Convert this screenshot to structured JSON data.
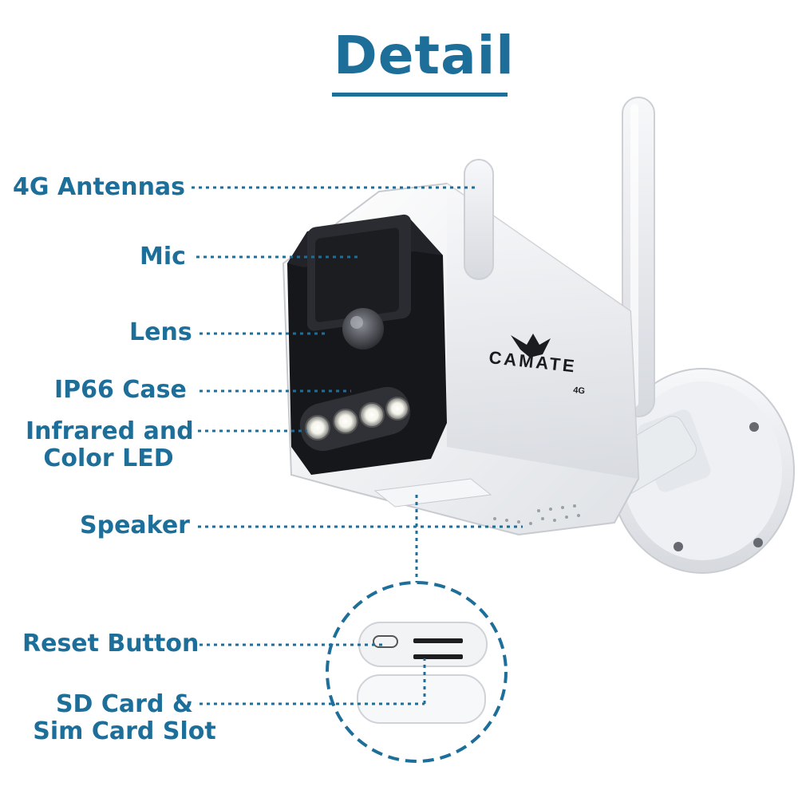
{
  "title": "Detail",
  "brand": {
    "logo_text": "CAMATE",
    "logo_suffix": "4G"
  },
  "callouts": [
    {
      "id": "antennas",
      "label": "4G Antennas"
    },
    {
      "id": "mic",
      "label": "Mic"
    },
    {
      "id": "lens",
      "label": "Lens"
    },
    {
      "id": "case",
      "label": "IP66 Case"
    },
    {
      "id": "led",
      "label_line1": "Infrared and",
      "label_line2": "Color LED"
    },
    {
      "id": "speaker",
      "label": "Speaker"
    },
    {
      "id": "reset",
      "label": "Reset Button"
    },
    {
      "id": "slot",
      "label_line1": "SD Card &",
      "label_line2": "Sim Card Slot"
    }
  ],
  "colors": {
    "accent": "#1d6f9a",
    "camera_body": "#f2f3f5",
    "camera_face": "#16171a"
  }
}
